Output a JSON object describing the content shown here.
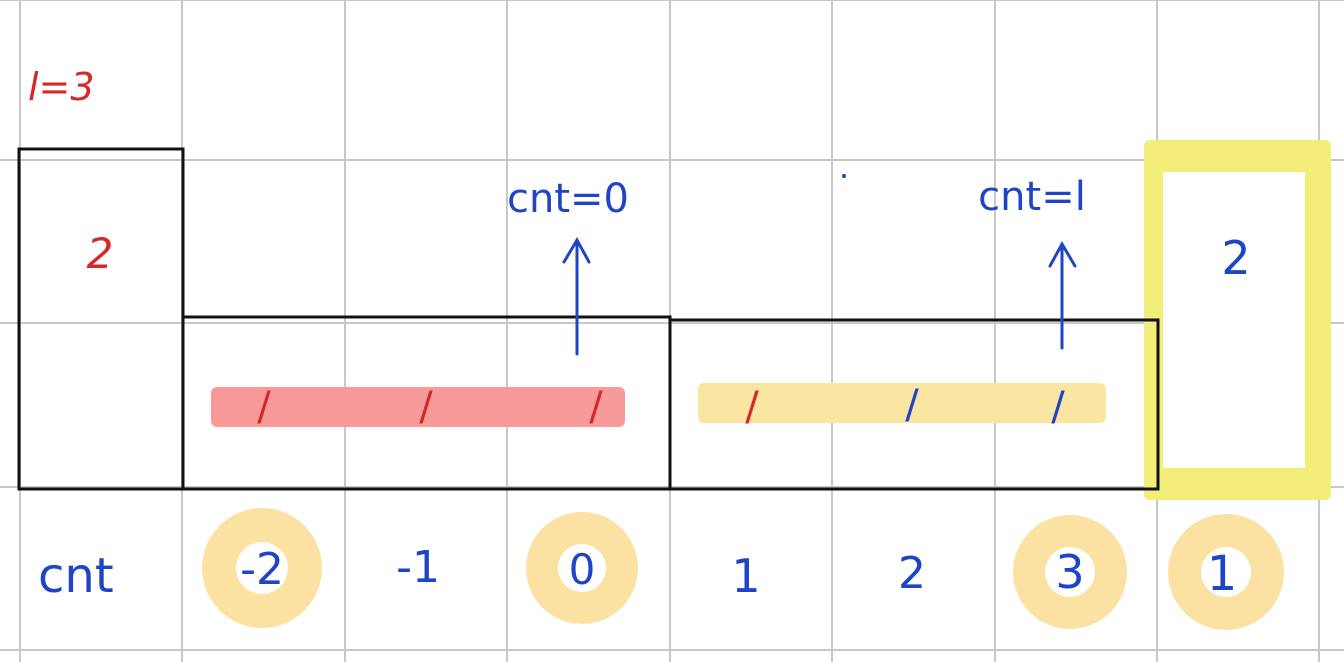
{
  "colors": {
    "grid": "#c8c8c8",
    "ink_black": "#111111",
    "ink_red": "#d62828",
    "ink_blue": "#1f45c4",
    "red_bar": "#f99a9a",
    "yellow_bar": "#fbe5a3",
    "highlight_yellow": "#f3ee7a",
    "circle_yellow": "#fbe2a2"
  },
  "notes": {
    "l_value": "l=3",
    "left_box_value": "2",
    "right_box_value": "2",
    "cnt_eq_0": "cnt=0",
    "cnt_eq_l": "cnt=l"
  },
  "tallies": {
    "red_group": [
      "/",
      "/",
      "/"
    ],
    "yellow_group": [
      "/",
      "/",
      "/"
    ]
  },
  "cnt_row": {
    "label": "cnt",
    "values": [
      "-2",
      "-1",
      "0",
      "1",
      "2",
      "3",
      "1"
    ],
    "circled": [
      true,
      false,
      true,
      false,
      false,
      true,
      true
    ]
  }
}
